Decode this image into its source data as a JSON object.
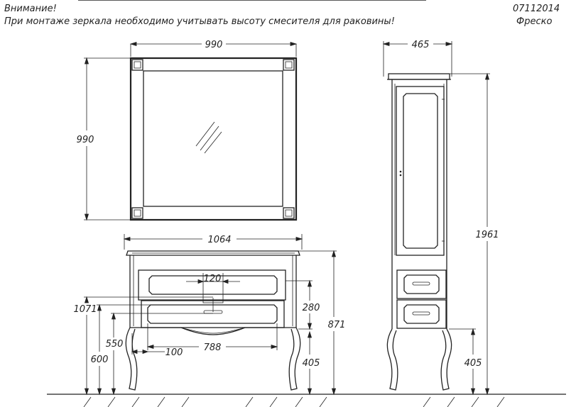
{
  "header": {
    "warning_title": "Внимание!",
    "warning_text": "При монтаже зеркала необходимо учитывать высоту смесителя для раковины!",
    "doc_code": "07112014",
    "collection": "Фреско"
  },
  "dimensions": {
    "mirror_width": "990",
    "mirror_height": "990",
    "column_width": "465",
    "column_height": "1961",
    "column_leg_height": "405",
    "vanity_width": "1064",
    "vanity_height": "871",
    "vanity_leg_height": "405",
    "drawer_height": "280",
    "mixer_gap": "120",
    "inner_width": "788",
    "offset_left": "100",
    "height_1071": "1071",
    "height_600": "600",
    "height_550": "550"
  }
}
